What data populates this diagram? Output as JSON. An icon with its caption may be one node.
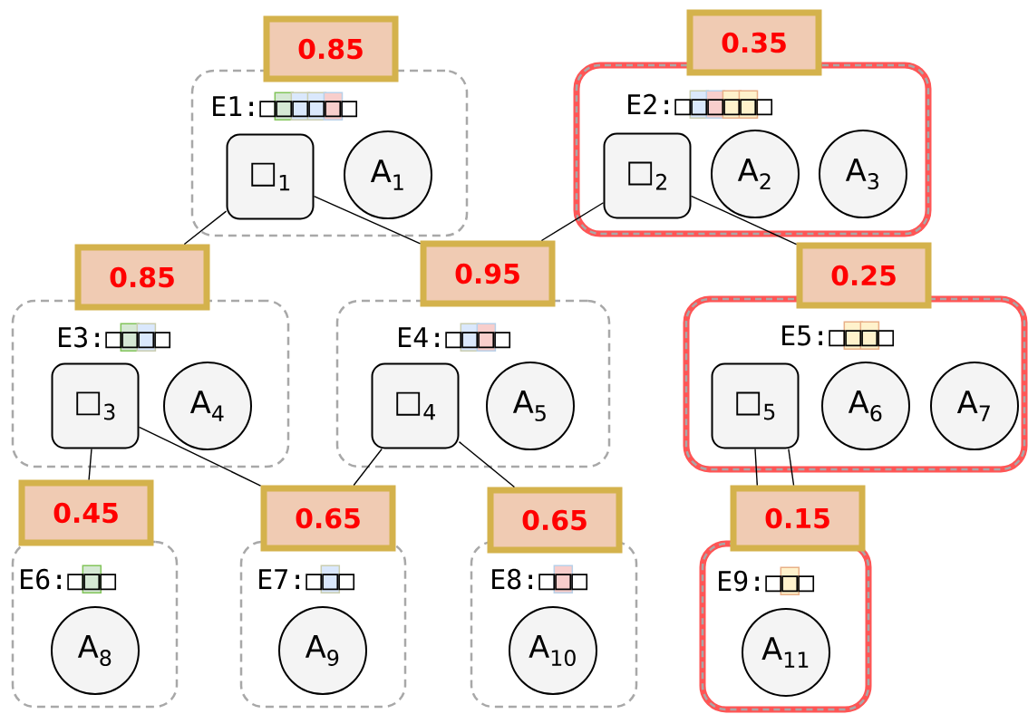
{
  "diagram": {
    "nodes": [
      {
        "text": [
          "0.85"
        ]
      },
      {
        "text": [
          "E1:□□□□□□"
        ]
      },
      {
        "text": [
          "□$_{1}$"
        ],
        "in": 1
      },
      {
        "text": [
          "A$_{1}$"
        ],
        "in": 1
      },
      {
        "text": [
          "0.35"
        ]
      },
      {
        "text": [
          "E2:□□□□□□"
        ]
      },
      {
        "text": [
          "□$_{2}$"
        ],
        "in": 5
      },
      {
        "text": [
          "A$_{2}$"
        ],
        "in": 5
      },
      {
        "text": [
          "A$_{3}$"
        ],
        "in": 5
      },
      {
        "text": [
          "0.85"
        ]
      },
      {
        "text": [
          "E3:□□□□"
        ]
      },
      {
        "text": [
          "□$_{3}$"
        ],
        "in": 10
      },
      {
        "text": [
          "A$_{4}$"
        ],
        "in": 10
      },
      {
        "text": [
          "0.95"
        ]
      },
      {
        "text": [
          "E4:□□□□"
        ]
      },
      {
        "text": [
          "□$_{4}$"
        ],
        "in": 14
      },
      {
        "text": [
          "A$_{5}$"
        ],
        "in": 14
      },
      {
        "text": [
          "0.25"
        ]
      },
      {
        "text": [
          "E5:□□□□"
        ]
      },
      {
        "text": [
          "□$_{5}$"
        ],
        "in": 18
      },
      {
        "text": [
          "A$_{6}$"
        ],
        "in": 18
      },
      {
        "text": [
          "A$_{7}$"
        ],
        "in": 18
      },
      {
        "text": [
          "0.45"
        ]
      },
      {
        "text": [
          "E6:□□□"
        ]
      },
      {
        "text": [
          "A$_{8}$"
        ],
        "in": 23
      },
      {
        "text": [
          "0.65"
        ]
      },
      {
        "text": [
          "E7:□□□"
        ]
      },
      {
        "text": [
          "A$_{9}$"
        ],
        "in": 26
      },
      {
        "text": [
          "0.65"
        ]
      },
      {
        "text": [
          "E8:□□□"
        ]
      },
      {
        "text": [
          "A$_{10}$"
        ],
        "in": 29
      },
      {
        "text": [
          "0.15"
        ]
      },
      {
        "text": [
          "E9:□□□"
        ]
      },
      {
        "text": [
          "A$_{11}$"
        ],
        "in": 32
      }
    ],
    "edges": [
      {
        "from": 2,
        "to": 9,
        "arrow": "none"
      },
      {
        "from": 2,
        "to": 13,
        "arrow": "none"
      },
      {
        "from": 6,
        "to": 13,
        "arrow": "none"
      },
      {
        "from": 6,
        "to": 17,
        "arrow": "none"
      },
      {
        "from": 11,
        "to": 22,
        "arrow": "none"
      },
      {
        "from": 11,
        "to": 25,
        "arrow": "none"
      },
      {
        "from": 15,
        "to": 25,
        "arrow": "none"
      },
      {
        "from": 15,
        "to": 28,
        "arrow": "none"
      },
      {
        "from": 19,
        "to": 31,
        "arrow": "none"
      },
      {
        "from": 19,
        "to": 31,
        "arrow": "none"
      }
    ]
  }
}
